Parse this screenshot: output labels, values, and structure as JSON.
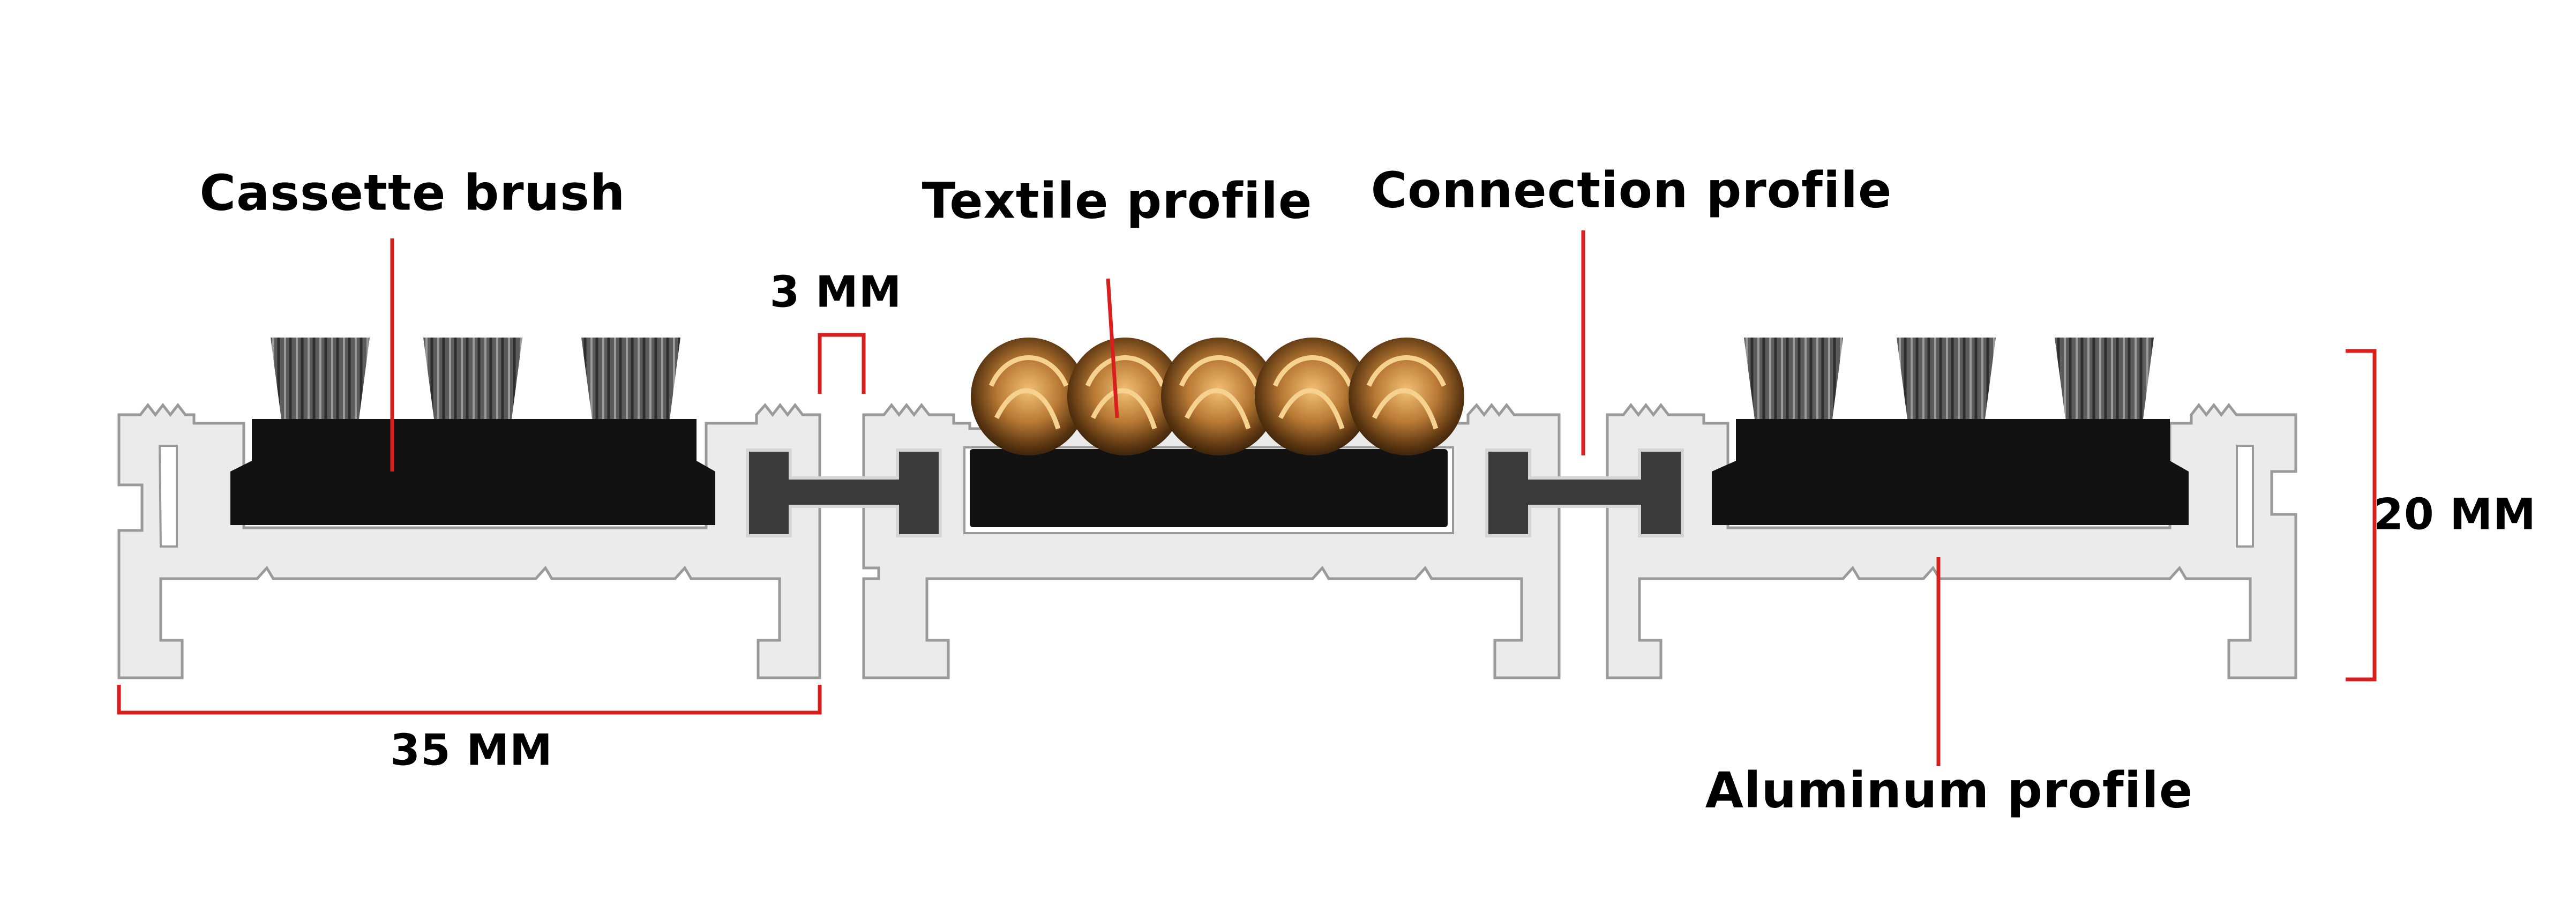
{
  "labels": {
    "cassette_brush": "Cassette brush",
    "textile_profile": "Textile profile",
    "connection_profile": "Connection profile",
    "aluminum_profile": "Aluminum profile"
  },
  "dimensions": {
    "gap": "3 MM",
    "height": "20 MM",
    "width": "35 MM"
  },
  "colors": {
    "aluminum": "#ebebeb",
    "aluminum_edge": "#9a9a9a",
    "insert": "#121212",
    "bristles": "#5c5c5c",
    "connector": "#3a3a3a",
    "textile_fibre": "#c9914a",
    "dimension_line": "#d91e1e"
  }
}
